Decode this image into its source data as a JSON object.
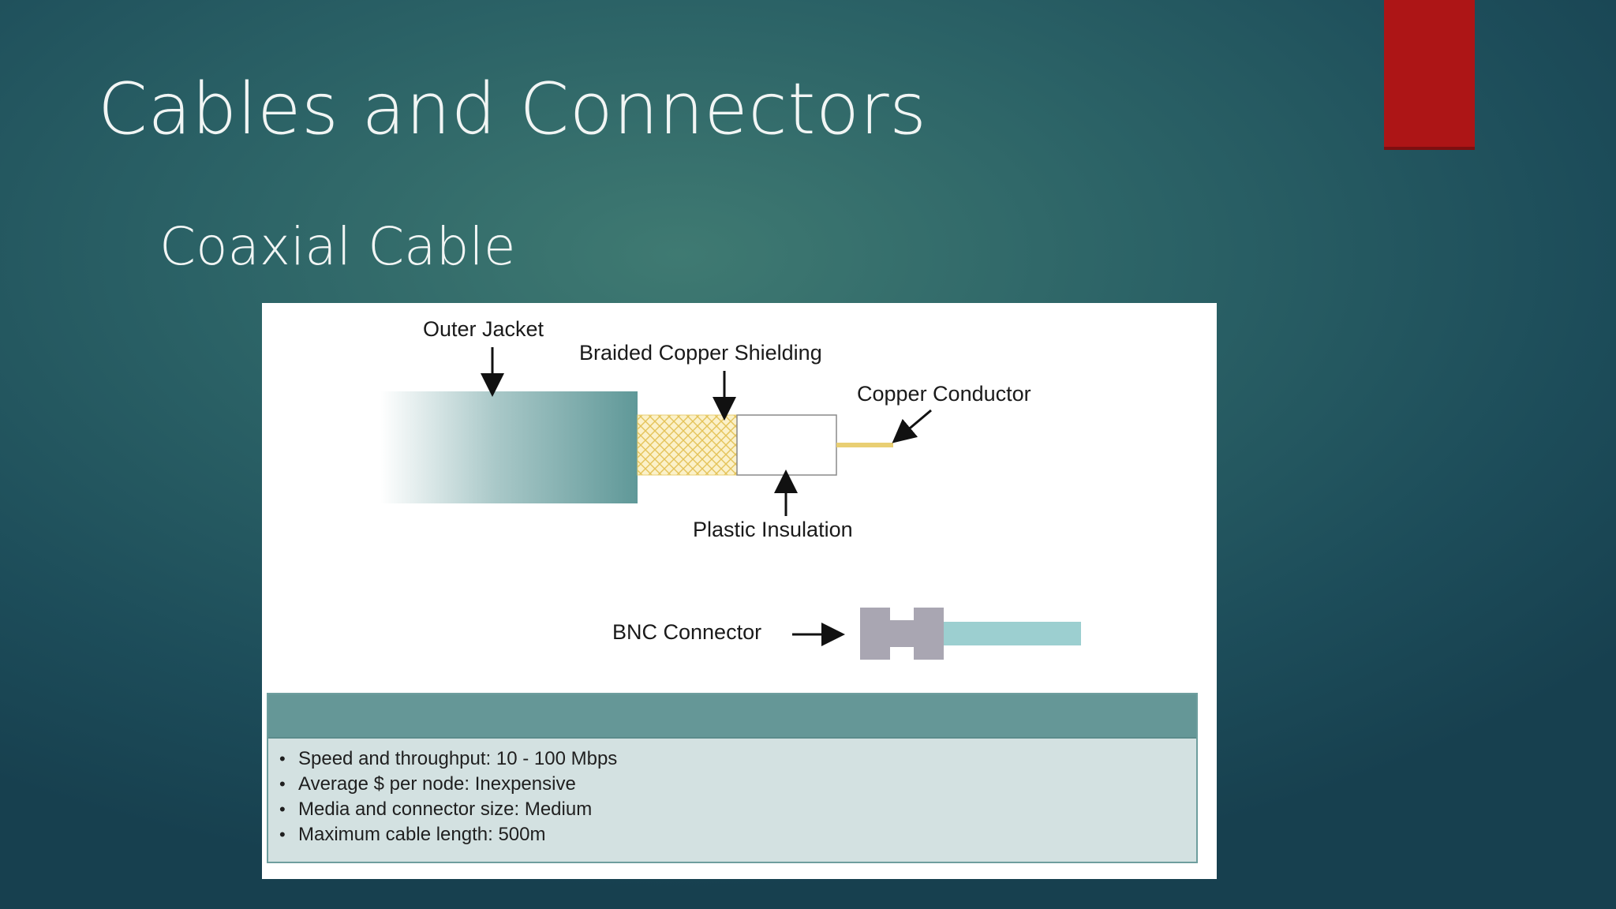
{
  "slide": {
    "title": "Cables and Connectors",
    "subtitle": "Coaxial Cable"
  },
  "figure": {
    "labels": {
      "outer_jacket": "Outer Jacket",
      "braided_shielding": "Braided Copper Shielding",
      "copper_conductor": "Copper Conductor",
      "plastic_insulation": "Plastic Insulation",
      "bnc_connector": "BNC Connector"
    },
    "specs": [
      "Speed and throughput: 10 - 100 Mbps",
      "Average $ per node: Inexpensive",
      "Media and connector size: Medium",
      "Maximum cable length: 500m"
    ]
  },
  "colors": {
    "accent_red": "#ad1516",
    "cable_teal": "#5f9898",
    "braid_gold": "#e9cf73",
    "bnc_grey": "#a9a6b2",
    "bnc_cable": "#9ccfd0"
  }
}
